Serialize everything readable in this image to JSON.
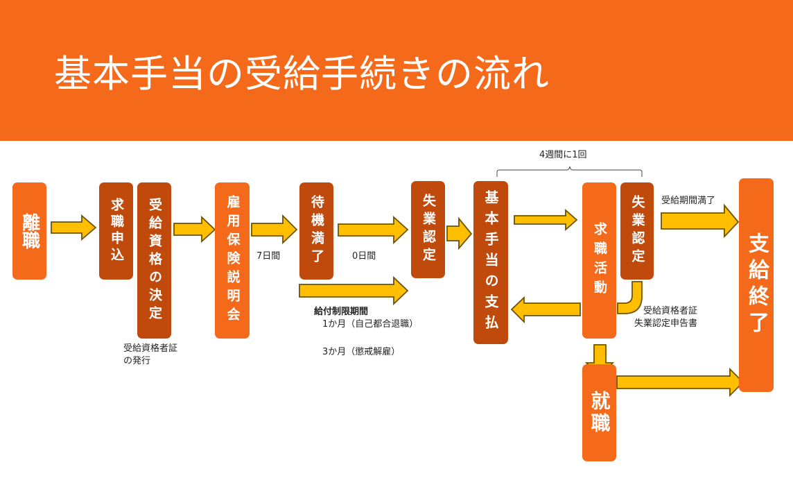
{
  "header": {
    "title": "基本手当の受給手続きの流れ"
  },
  "colors": {
    "header": "#F5691A",
    "box_light": "#F5691A",
    "box_dark": "#C04A0C",
    "arrow_fill": "#FFBF00",
    "arrow_stroke": "#6B5300"
  },
  "boxes": {
    "rishoku": "離職",
    "kyushoku_moushikomi": "求職申込",
    "jukyu_shikaku_kettei": "受給資格の決定",
    "koyo_hoken_setsumeikai": "雇用保険説明会",
    "taiki_manryo": "待機満了",
    "shitsugyo_nintei_1": "失業認定",
    "kihon_teate_shiharai": "基本手当の支払",
    "kyushoku_katsudo": "求職活動",
    "shitsugyo_nintei_2": "失業認定",
    "shikyu_shuryo": "支給終了",
    "shushoku": "就職"
  },
  "labels": {
    "certificate_issue_1": "受給資格者証",
    "certificate_issue_2": "の発行",
    "seven_days": "7日間",
    "zero_days": "0日間",
    "restriction_title": "給付制限期間",
    "restriction_1": "1か月（自己都合退職）",
    "restriction_3": "3か月（懲戒解雇）",
    "every_four_weeks": "4週間に1回",
    "period_expired": "受給期間満了",
    "documents_1": "受給資格者証",
    "documents_2": "失業認定申告書"
  }
}
